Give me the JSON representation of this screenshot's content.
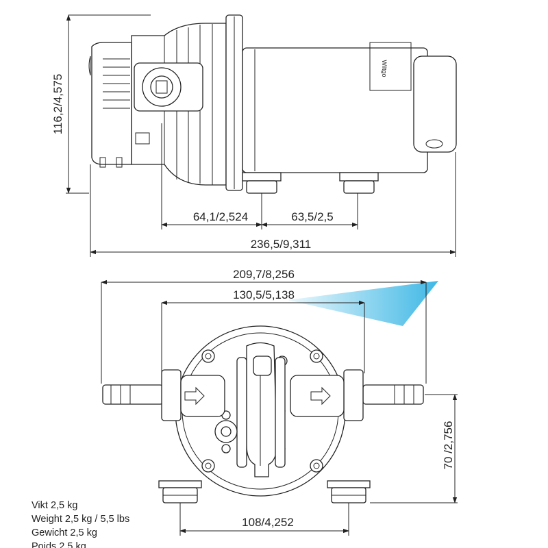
{
  "dimensions": {
    "height_side": "116,2/4,575",
    "seg_left": "64,1/2,524",
    "seg_right": "63,5/2,5",
    "total_length": "236,5/9,311",
    "front_width": "209,7/8,256",
    "port_spacing": "130,5/5,138",
    "outlet_height": "70 /2,756",
    "foot_spacing": "108/4,252"
  },
  "motor_label": "Wiltgo",
  "weights": [
    "Vikt 2,5 kg",
    "Weight 2,5 kg / 5,5 lbs",
    "Gewicht 2,5 kg",
    "Poids 2,5 kg"
  ],
  "colors": {
    "line": "#222222",
    "accent": "#35b4e4"
  }
}
